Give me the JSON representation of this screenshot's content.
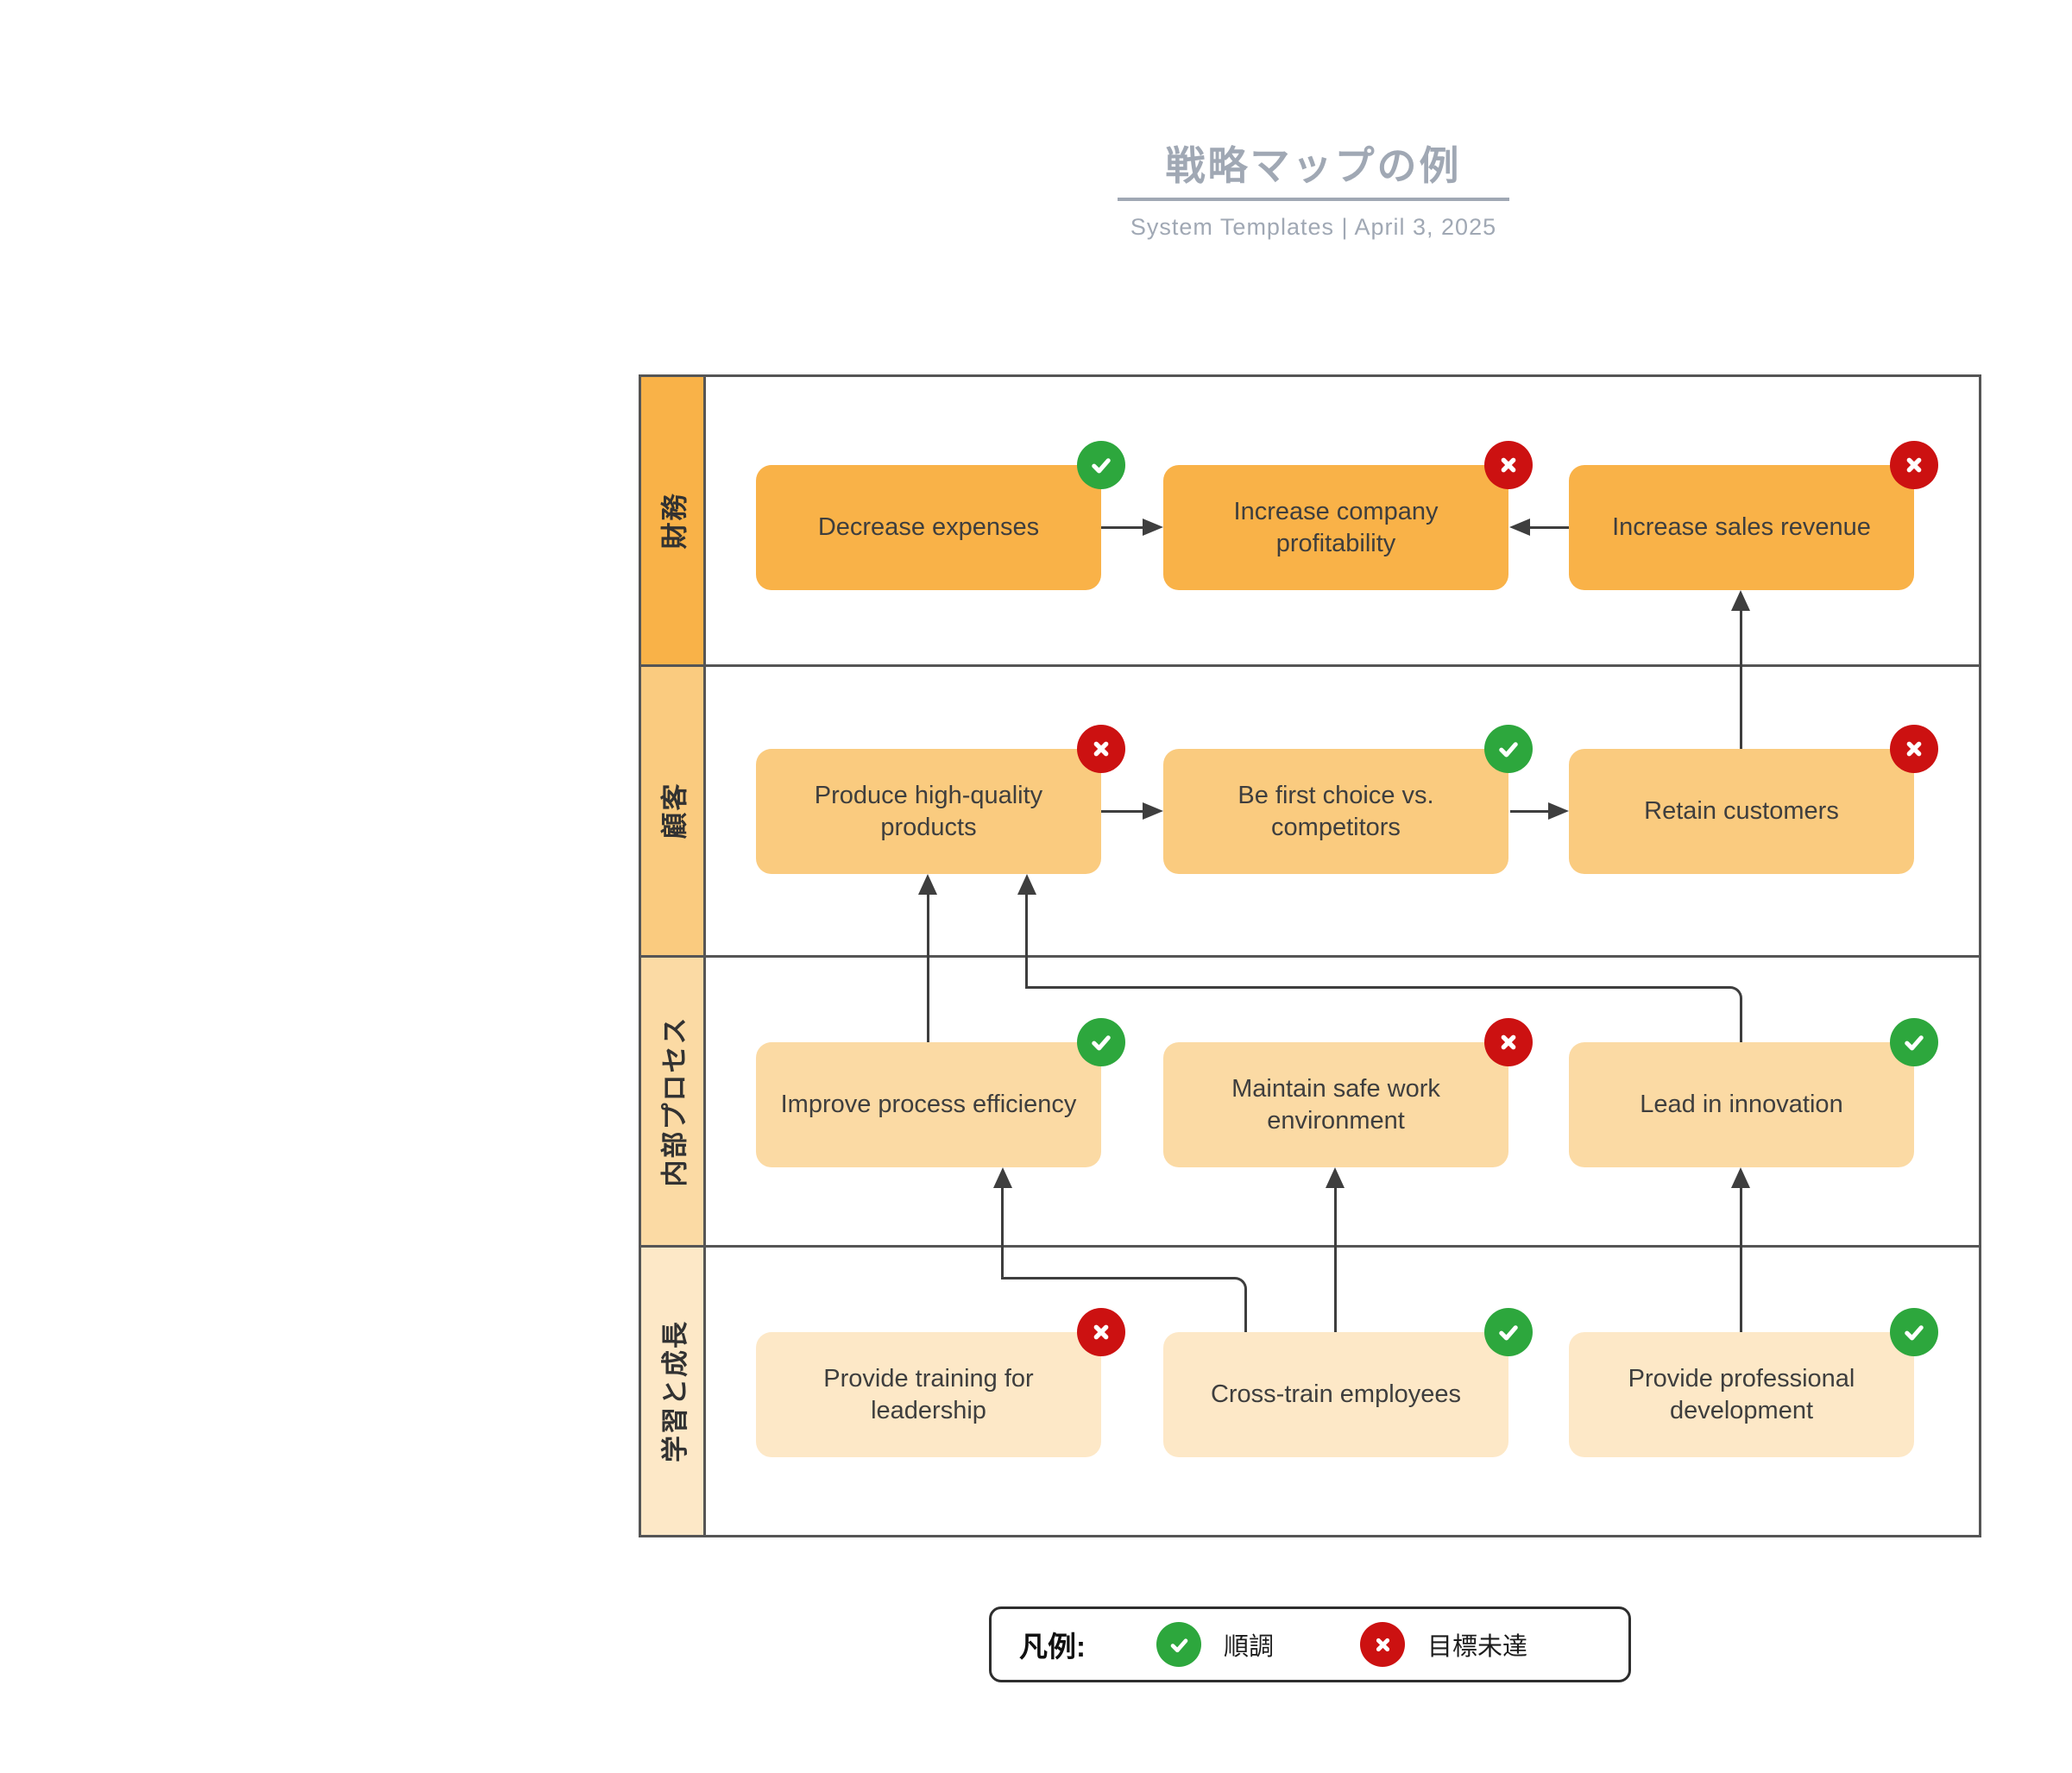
{
  "header": {
    "title": "戦略マップの例",
    "subtitle": "System Templates  |  April 3, 2025"
  },
  "colors": {
    "on_track_green": "#2DA73D",
    "off_track_red": "#CC1111",
    "connector": "#3E3E3E",
    "grid_border": "#555555",
    "title_gray": "#A0A8B4"
  },
  "lanes": [
    {
      "label": "財務",
      "color": "#F9B248",
      "nodes": [
        {
          "label": "Decrease expenses",
          "status": "on-track"
        },
        {
          "label": "Increase company profitability",
          "status": "off-track"
        },
        {
          "label": "Increase sales revenue",
          "status": "off-track"
        }
      ]
    },
    {
      "label": "顧客",
      "color": "#FACB7F",
      "nodes": [
        {
          "label": "Produce high-quality products",
          "status": "off-track"
        },
        {
          "label": "Be first choice vs. competitors",
          "status": "on-track"
        },
        {
          "label": "Retain customers",
          "status": "off-track"
        }
      ]
    },
    {
      "label": "内部プロセス",
      "color": "#FBDAA4",
      "nodes": [
        {
          "label": "Improve process efficiency",
          "status": "on-track"
        },
        {
          "label": "Maintain safe work environment",
          "status": "off-track"
        },
        {
          "label": "Lead in innovation",
          "status": "on-track"
        }
      ]
    },
    {
      "label": "学習と成長",
      "color": "#FDE8C7",
      "nodes": [
        {
          "label": "Provide training for leadership",
          "status": "off-track"
        },
        {
          "label": "Cross-train employees",
          "status": "on-track"
        },
        {
          "label": "Provide professional development",
          "status": "on-track"
        }
      ]
    }
  ],
  "legend": {
    "title": "凡例:",
    "items": [
      {
        "status": "on-track",
        "label": "順調"
      },
      {
        "status": "off-track",
        "label": "目標未達"
      }
    ]
  }
}
